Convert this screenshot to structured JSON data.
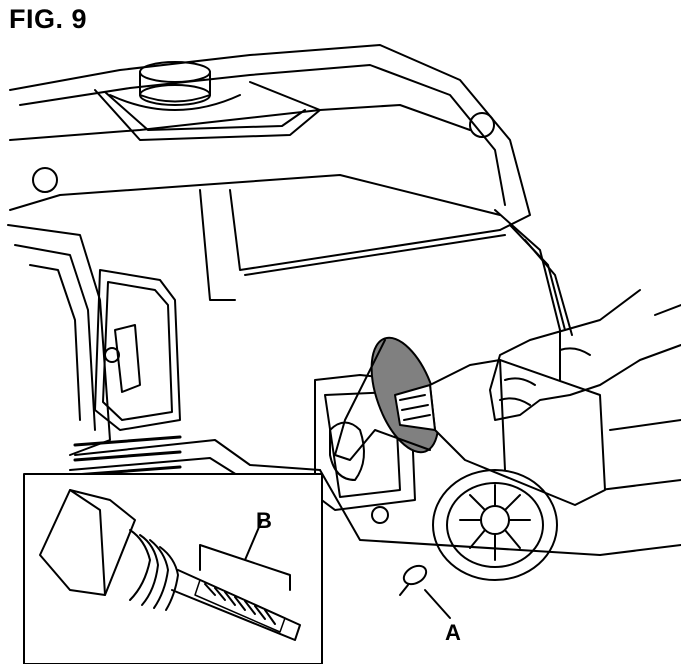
{
  "figure": {
    "label": "FIG. 9"
  },
  "callouts": {
    "a": "A",
    "b": "B"
  },
  "colors": {
    "line": "#000000",
    "background": "#ffffff",
    "oil": "#808080"
  }
}
